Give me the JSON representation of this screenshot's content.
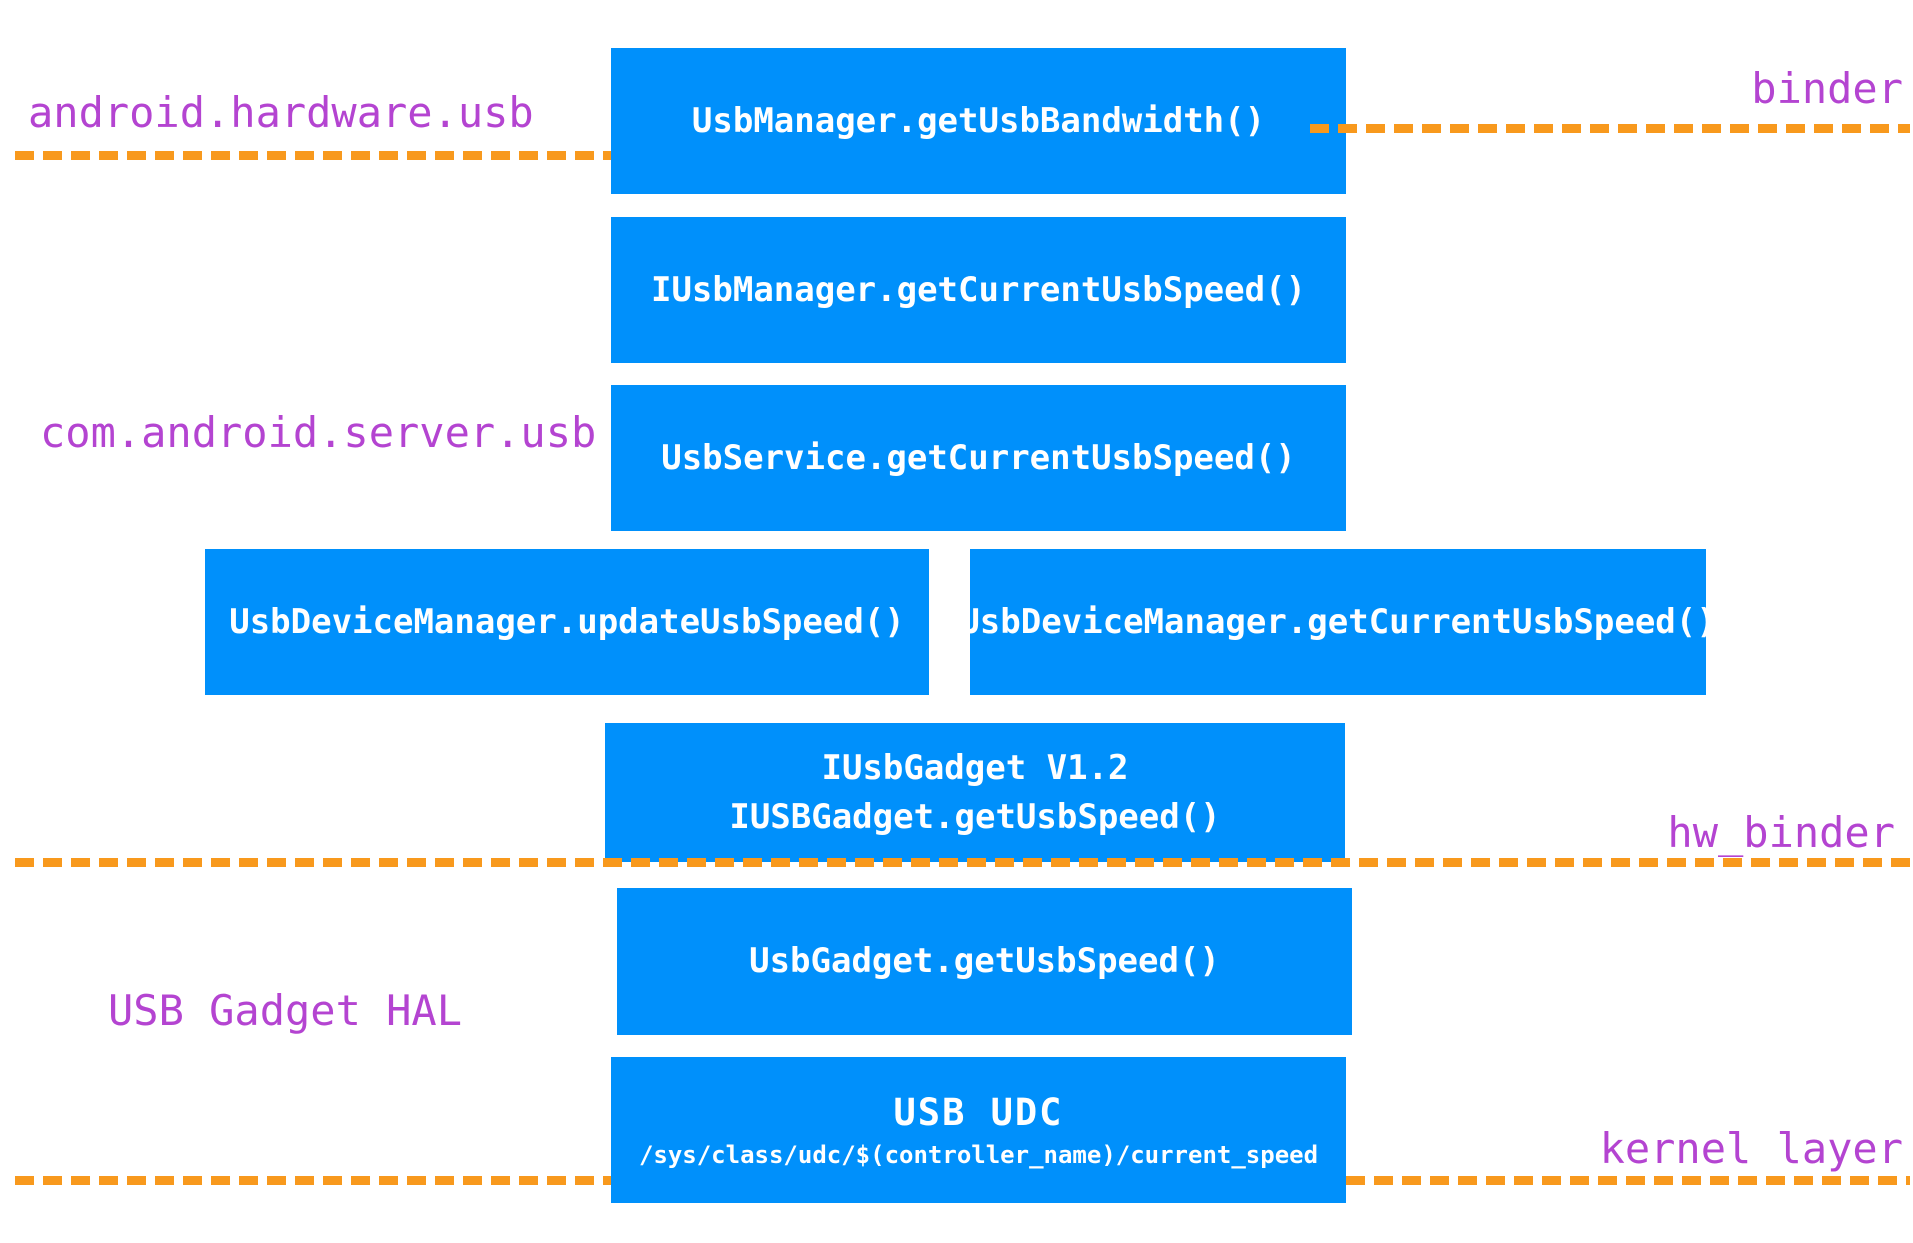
{
  "colors": {
    "box_fill": "#0090fb",
    "box_text": "#ffffff",
    "label_text": "#b444d1",
    "separator_orange": "#f8991d",
    "background": "#ffffff"
  },
  "layer_labels": {
    "android_hardware_usb": "android.hardware.usb",
    "binder": "binder",
    "com_android_server_usb": "com.android.server.usb",
    "hw_binder": "hw_binder",
    "usb_gadget_hal": "USB Gadget HAL",
    "kernel_layer": "kernel layer"
  },
  "boxes": {
    "usb_manager": "UsbManager.getUsbBandwidth()",
    "iusb_manager": "IUsbManager.getCurrentUsbSpeed()",
    "usb_service": "UsbService.getCurrentUsbSpeed()",
    "usb_device_manager_update": "UsbDeviceManager.updateUsbSpeed()",
    "usb_device_manager_get": "UsbDeviceManager.getCurrentUsbSpeed()",
    "iusb_gadget_line1": "IUsbGadget V1.2",
    "iusb_gadget_line2": "IUSBGadget.getUsbSpeed()",
    "usb_gadget": "UsbGadget.getUsbSpeed()",
    "usb_udc_title": "USB UDC",
    "usb_udc_path": "/sys/class/udc/$(controller_name)/current_speed"
  }
}
